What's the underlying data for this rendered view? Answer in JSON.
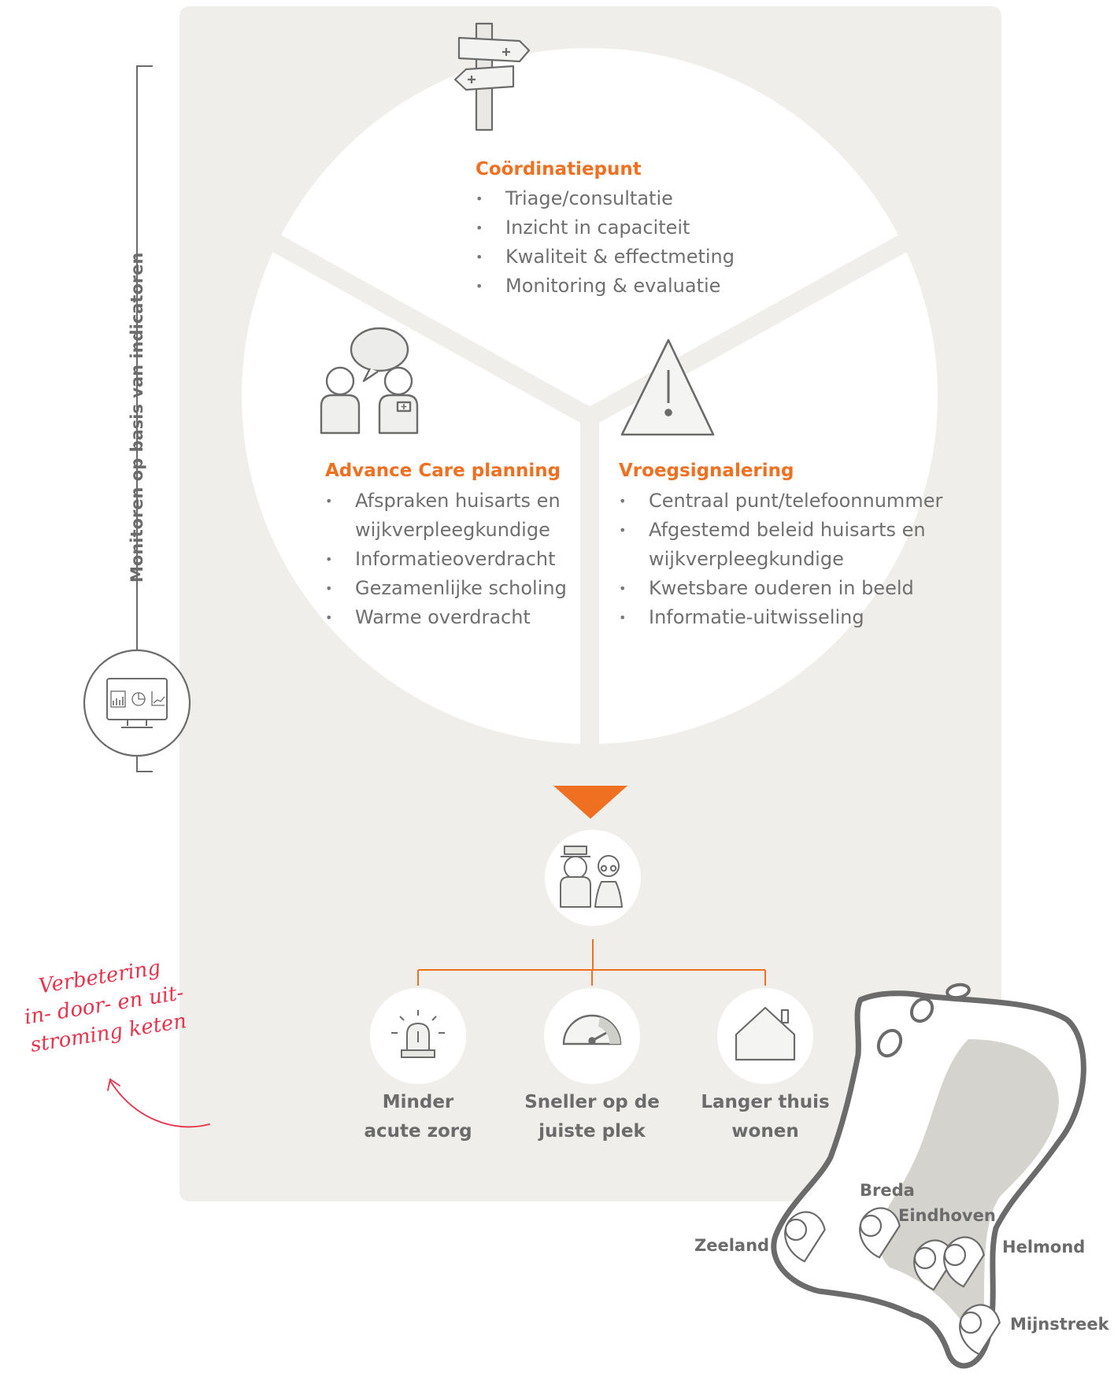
{
  "side_label": "Monitoren op basis van indicatoren",
  "handwritten_note": {
    "line1": "Verbetering",
    "line2": "in- door- en uit-",
    "line3": "stroming keten"
  },
  "segments": {
    "coordinatie": {
      "title": "Coördinatiepunt",
      "items": [
        "Triage/consultatie",
        "Inzicht in capaciteit",
        "Kwaliteit & effectmeting",
        "Monitoring & evaluatie"
      ]
    },
    "acp": {
      "title": "Advance Care planning",
      "items": [
        "Afspraken huisarts en",
        "wijkverpleegkundige",
        "Informatieoverdracht",
        "Gezamenlijke scholing",
        "Warme overdracht"
      ]
    },
    "vroeg": {
      "title": "Vroegsignalering",
      "items": [
        "Centraal punt/telefoonnummer",
        "Afgestemd beleid huisarts en",
        "wijkverpleegkundige",
        "Kwetsbare ouderen in beeld",
        "Informatie-uitwisseling"
      ]
    }
  },
  "outcomes": [
    {
      "line1": "Minder",
      "line2": "acute zorg",
      "icon": "siren-icon"
    },
    {
      "line1": "Sneller op de",
      "line2": "juiste plek",
      "icon": "speedometer-icon"
    },
    {
      "line1": "Langer thuis",
      "line2": "wonen",
      "icon": "house-icon"
    }
  ],
  "regions": [
    "Breda",
    "Eindhoven",
    "Zeeland",
    "Helmond",
    "Mijnstreek"
  ],
  "colors": {
    "accent": "#f07022",
    "panel": "#efeeea",
    "note": "#e8334a",
    "icon_stroke": "#6b6b6b"
  }
}
